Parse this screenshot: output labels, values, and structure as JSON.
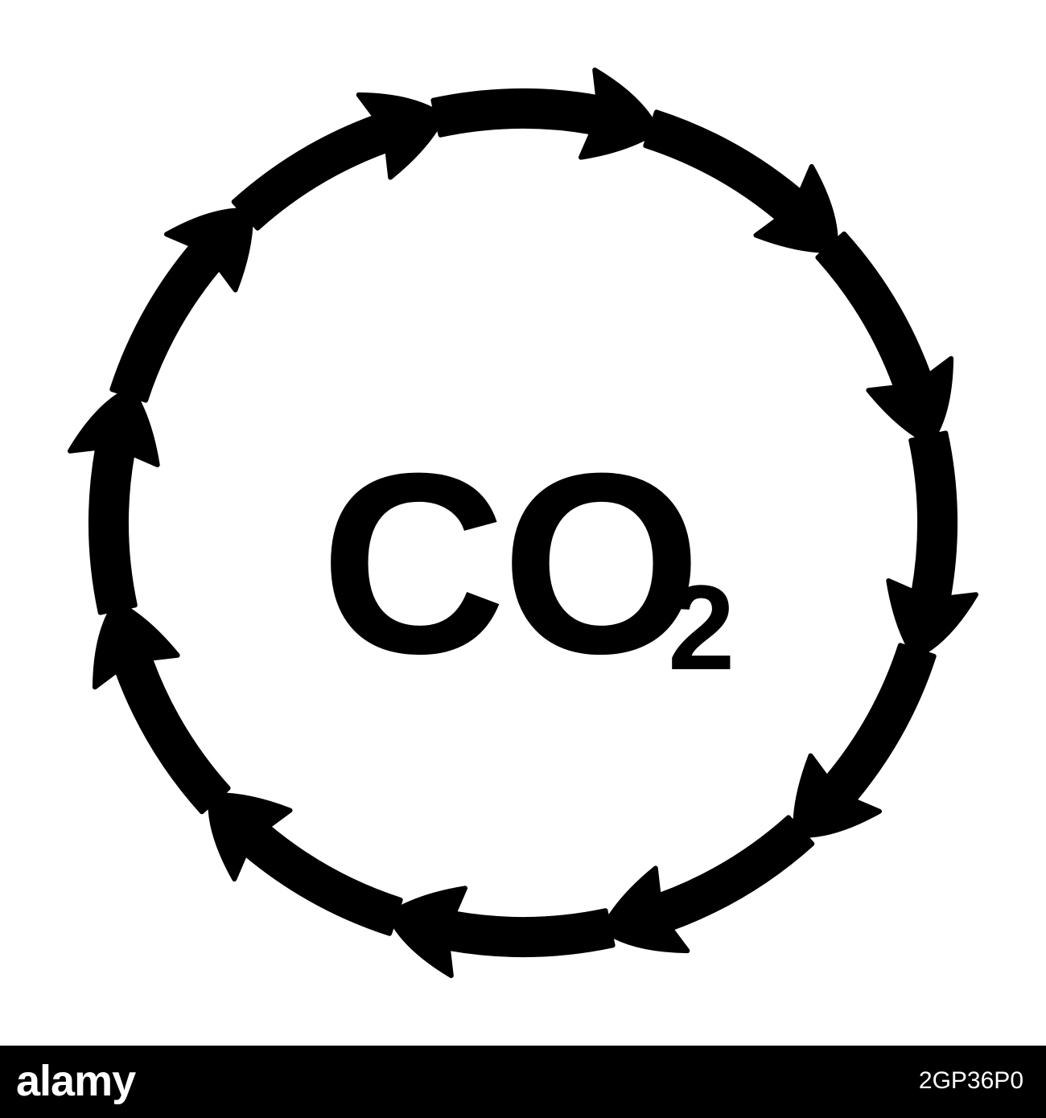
{
  "formula": {
    "main": "CO",
    "subscript": "2"
  },
  "cycle": {
    "arrow_count": 12,
    "direction": "clockwise",
    "arrow_color": "#000000"
  },
  "footer": {
    "brand": "alamy",
    "image_id": "2GP36P0",
    "background_color": "#000000",
    "text_color": "#ffffff"
  }
}
